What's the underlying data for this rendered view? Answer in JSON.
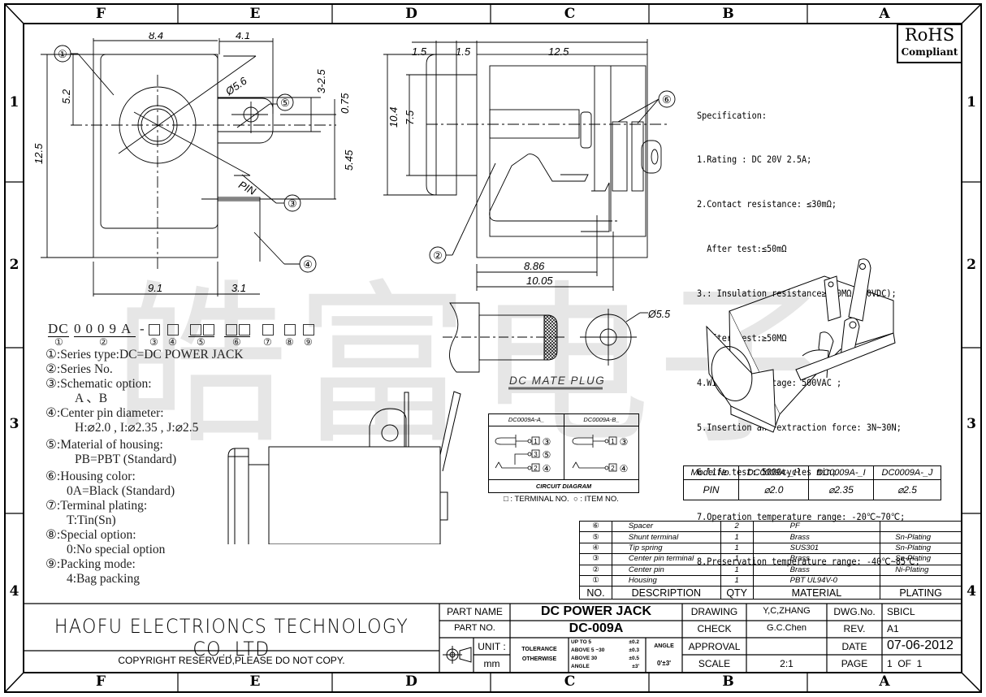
{
  "border": {
    "columns": [
      "F",
      "E",
      "D",
      "C",
      "B",
      "A"
    ],
    "rows": [
      "1",
      "2",
      "3",
      "4"
    ]
  },
  "rohs": {
    "line1": "RoHS",
    "line2": "Compliant"
  },
  "specification": {
    "title": "Specification:",
    "lines": [
      "1.Rating : DC 20V 2.5A;",
      "2.Contact resistance: ≤30mΩ;",
      "  After test:≤50mΩ",
      "3.: Insulation resistance≥100MΩ(500VDC);",
      "  After test:≥50MΩ",
      "4.Withstand voltage: 500VAC ;",
      "5.Insertion and extraction force: 3N~30N;",
      "6.life test: 5000cycles min;",
      "7.Operation temperature range: -20℃~70℃;",
      "8.Preservation temperature range: -40℃~85℃;"
    ]
  },
  "front_view": {
    "dims": {
      "width_top": "8.4",
      "right_top": "4.1",
      "height": "12.5",
      "center_v": "5.2",
      "dia": "Ø5.6",
      "pin_label": "PIN",
      "tab_w": "3-2.5",
      "tab_off": "0.75",
      "tab_low": "5.45",
      "width_bottom": "9.1",
      "right_bottom": "3.1"
    },
    "callouts": [
      "①",
      "⑤",
      "③",
      "④"
    ]
  },
  "side_view": {
    "dims": {
      "d1": "1.5",
      "d2": "1.5",
      "len": "12.5",
      "height": "10.4",
      "inner": "7.5",
      "d886": "8.86",
      "d1005": "10.05"
    },
    "callouts": [
      "⑥",
      "②"
    ]
  },
  "mate_plug": {
    "label": "DC MATE PLUG",
    "dia": "Ø5.5"
  },
  "watermark": "皓富电子",
  "ordering": {
    "code_prefix": "DC",
    "code_series": "0009A",
    "dash": "-",
    "code_idx": [
      "①",
      "②",
      "③",
      "④",
      "⑤",
      "⑥",
      "⑦",
      "⑧",
      "⑨"
    ],
    "items": [
      {
        "head": "①:Series type:DC=DC POWER JACK"
      },
      {
        "head": "②:Series No."
      },
      {
        "head": "③:Schematic option:",
        "value": "A 、B"
      },
      {
        "head": "④:Center pin diameter:",
        "value": "H:⌀2.0 , I:⌀2.35 , J:⌀2.5"
      },
      {
        "head": "⑤:Material of housing:",
        "value": "PB=PBT (Standard)"
      },
      {
        "head": "⑥:Housing color:",
        "value": "0A=Black (Standard)"
      },
      {
        "head": "⑦:Terminal plating:",
        "value": "T:Tin(Sn)"
      },
      {
        "head": "⑧:Special option:",
        "value": "0:No special option"
      },
      {
        "head": "⑨:Packing mode:",
        "value": "4:Bag packing"
      }
    ]
  },
  "circuit": {
    "col_a": "DC0009A-A_",
    "col_b": "DC0009A-B_",
    "footer": "CIRCUIT  DIAGRAM",
    "legend": "□ : TERMINAL NO.  ○ : ITEM NO.",
    "a_rows": [
      {
        "term": "1",
        "item": "③"
      },
      {
        "term": "3",
        "item": "⑤"
      },
      {
        "term": "2",
        "item": "④"
      }
    ],
    "b_rows": [
      {
        "term": "1",
        "item": "③"
      },
      {
        "term": "2",
        "item": "④"
      }
    ]
  },
  "model_table": {
    "header": [
      "Model  No.",
      "DC0009A-_H",
      "DC0009A-_I",
      "DC0009A-_J"
    ],
    "row": [
      "PIN",
      "⌀2.0",
      "⌀2.35",
      "⌀2.5"
    ]
  },
  "bom": {
    "rows": [
      {
        "no": "⑥",
        "desc": "Spacer",
        "qty": "2",
        "material": "PF",
        "plating": ""
      },
      {
        "no": "⑤",
        "desc": "Shunt  terminal",
        "qty": "1",
        "material": "Brass",
        "plating": "Sn-Plating"
      },
      {
        "no": "④",
        "desc": "Tip  spring",
        "qty": "1",
        "material": "SUS301",
        "plating": "Sn-Plating"
      },
      {
        "no": "③",
        "desc": "Center  pin  terminal",
        "qty": "1",
        "material": "Brass",
        "plating": "Sn-Plating"
      },
      {
        "no": "②",
        "desc": "Center  pin",
        "qty": "1",
        "material": "Brass",
        "plating": "Ni-Plating"
      },
      {
        "no": "①",
        "desc": "Housing",
        "qty": "1",
        "material": "PBT  UL94V-0",
        "plating": ""
      }
    ],
    "header": {
      "no": "NO.",
      "desc": "DESCRIPTION",
      "qty": "QTY",
      "material": "MATERIAL",
      "plating": "PLATING"
    }
  },
  "title_block": {
    "company": "HAOFU ELECTRIONCS TECHNOLOGY CO.,LTD",
    "copyright": "COPYRIGHT RESERVED,PLEASE DO NOT COPY.",
    "part_name_label": "PART  NAME",
    "part_name": "DC POWER JACK",
    "part_no_label": "PART  NO.",
    "part_no": "DC-009A",
    "unit_label": "UNIT :",
    "unit": "mm",
    "tolerance_label1": "TOLERANCE",
    "tolerance_label2": "OTHERWISE",
    "tol": [
      [
        "UP TO 5",
        "±0.2"
      ],
      [
        "ABOVE 5 ~30",
        "±0.3"
      ],
      [
        "ABOVE 30",
        "±0.5"
      ],
      [
        "ANGLE",
        "±3'"
      ]
    ],
    "angle_label": "ANGLE",
    "angle_value": "0'±3'",
    "drawing_label": "DRAWING",
    "drawing": "Y,C,ZHANG",
    "check_label": "CHECK",
    "check": "G.C.Chen",
    "approval_label": "APPROVAL",
    "approval": "",
    "scale_label": "SCALE",
    "scale": "2:1",
    "dwg_label": "DWG.No.",
    "dwg": "SBICL",
    "rev_label": "REV.",
    "rev": "A1",
    "date_label": "DATE",
    "date": "07-06-2012",
    "page_label": "PAGE",
    "page": "1  OF  1"
  }
}
